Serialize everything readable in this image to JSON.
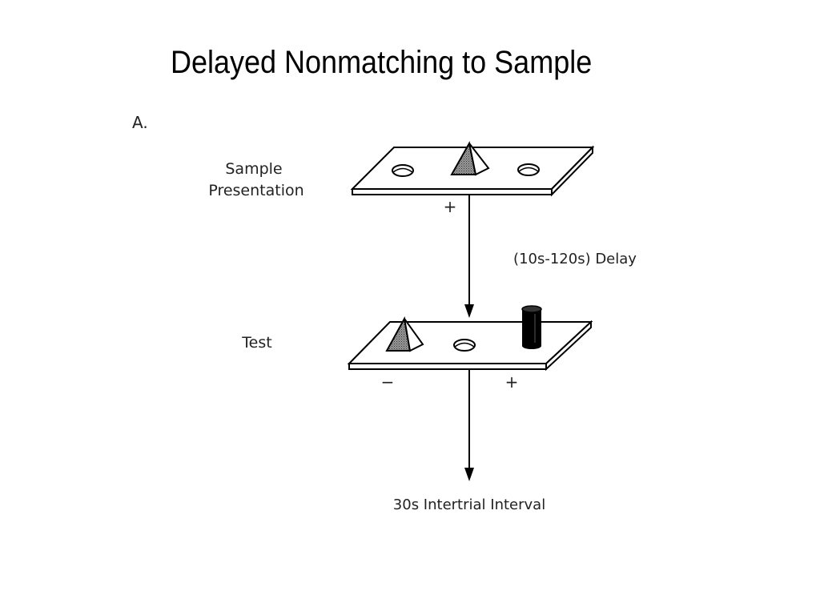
{
  "title": "Delayed Nonmatching to Sample",
  "figure": {
    "panel_label": "A.",
    "sample_label_line1": "Sample",
    "sample_label_line2": "Presentation",
    "sample_reward_sign": "+",
    "delay_label": "(10s-120s) Delay",
    "test_label": "Test",
    "test_left_sign": "−",
    "test_right_sign": "+",
    "iti_label": "30s Intertrial Interval"
  },
  "icons": [
    "pyramid-object-icon",
    "cylinder-object-icon",
    "food-well-icon",
    "down-arrow-icon"
  ]
}
